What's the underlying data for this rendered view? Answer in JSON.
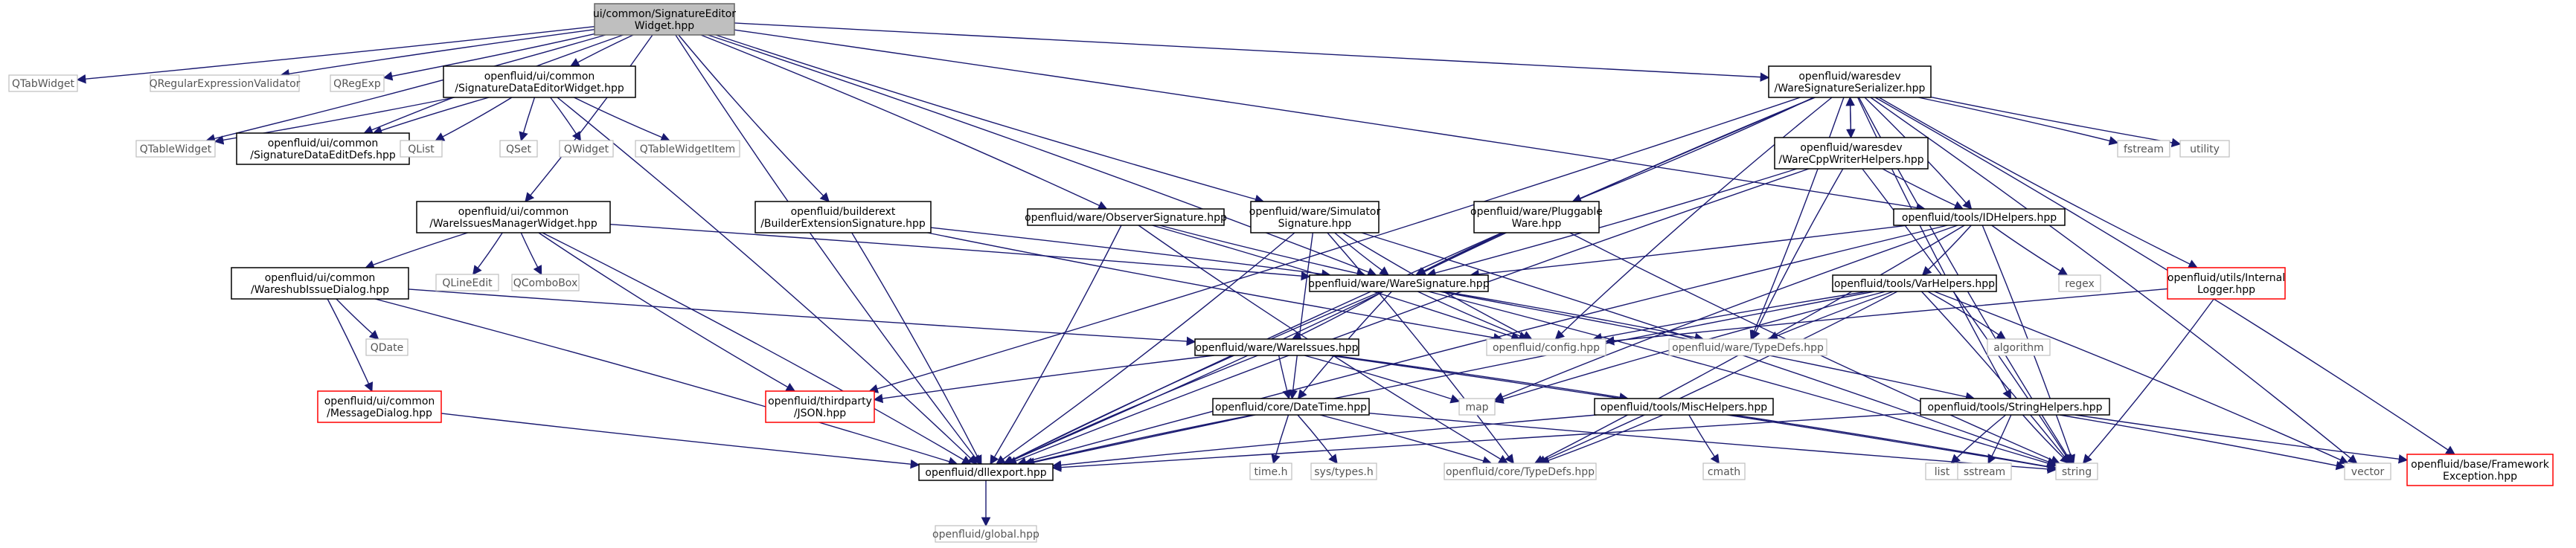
{
  "nodes": [
    {
      "id": "root",
      "lines": [
        "ui/common/SignatureEditor",
        "Widget.hpp"
      ],
      "style": "root"
    },
    {
      "id": "qtabwidget",
      "lines": [
        "QTabWidget"
      ],
      "style": "ext"
    },
    {
      "id": "qregexpvalidator",
      "lines": [
        "QRegularExpressionValidator"
      ],
      "style": "ext"
    },
    {
      "id": "qregexp",
      "lines": [
        "QRegExp"
      ],
      "style": "ext"
    },
    {
      "id": "sigdataeditor",
      "lines": [
        "openfluid/ui/common",
        "/SignatureDataEditorWidget.hpp"
      ],
      "style": "normal"
    },
    {
      "id": "qtablewidget",
      "lines": [
        "QTableWidget"
      ],
      "style": "ext"
    },
    {
      "id": "sigdataeditdefs",
      "lines": [
        "openfluid/ui/common",
        "/SignatureDataEditDefs.hpp"
      ],
      "style": "normal"
    },
    {
      "id": "qlist",
      "lines": [
        "QList"
      ],
      "style": "ext"
    },
    {
      "id": "qset",
      "lines": [
        "QSet"
      ],
      "style": "ext"
    },
    {
      "id": "qwidget",
      "lines": [
        "QWidget"
      ],
      "style": "ext"
    },
    {
      "id": "qtablewidgetitem",
      "lines": [
        "QTableWidgetItem"
      ],
      "style": "ext"
    },
    {
      "id": "wareissuesmgr",
      "lines": [
        "openfluid/ui/common",
        "/WareIssuesManagerWidget.hpp"
      ],
      "style": "normal"
    },
    {
      "id": "wareshubdialog",
      "lines": [
        "openfluid/ui/common",
        "/WareshubIssueDialog.hpp"
      ],
      "style": "normal"
    },
    {
      "id": "qlineedit",
      "lines": [
        "QLineEdit"
      ],
      "style": "ext"
    },
    {
      "id": "qcombobox",
      "lines": [
        "QComboBox"
      ],
      "style": "ext"
    },
    {
      "id": "qdate",
      "lines": [
        "QDate"
      ],
      "style": "ext"
    },
    {
      "id": "messagedialog",
      "lines": [
        "openfluid/ui/common",
        "/MessageDialog.hpp"
      ],
      "style": "red"
    },
    {
      "id": "builderext",
      "lines": [
        "openfluid/builderext",
        "/BuilderExtensionSignature.hpp"
      ],
      "style": "normal"
    },
    {
      "id": "observersig",
      "lines": [
        "openfluid/ware/ObserverSignature.hpp"
      ],
      "style": "normal"
    },
    {
      "id": "simulatorsig",
      "lines": [
        "openfluid/ware/Simulator",
        "Signature.hpp"
      ],
      "style": "normal"
    },
    {
      "id": "pluggableware",
      "lines": [
        "openfluid/ware/Pluggable",
        "Ware.hpp"
      ],
      "style": "normal"
    },
    {
      "id": "waresig",
      "lines": [
        "openfluid/ware/WareSignature.hpp"
      ],
      "style": "normal"
    },
    {
      "id": "jsonhpp",
      "lines": [
        "openfluid/thirdparty",
        "/JSON.hpp"
      ],
      "style": "red"
    },
    {
      "id": "wareissues",
      "lines": [
        "openfluid/ware/WareIssues.hpp"
      ],
      "style": "normal"
    },
    {
      "id": "datetime",
      "lines": [
        "openfluid/core/DateTime.hpp"
      ],
      "style": "normal"
    },
    {
      "id": "dllexport",
      "lines": [
        "openfluid/dllexport.hpp"
      ],
      "style": "normal"
    },
    {
      "id": "global",
      "lines": [
        "openfluid/global.hpp"
      ],
      "style": "ext"
    },
    {
      "id": "timeh",
      "lines": [
        "time.h"
      ],
      "style": "ext"
    },
    {
      "id": "systypes",
      "lines": [
        "sys/types.h"
      ],
      "style": "ext"
    },
    {
      "id": "coretypedefs",
      "lines": [
        "openfluid/core/TypeDefs.hpp"
      ],
      "style": "ext"
    },
    {
      "id": "confighpp",
      "lines": [
        "openfluid/config.hpp"
      ],
      "style": "ext"
    },
    {
      "id": "waretypedefs",
      "lines": [
        "openfluid/ware/TypeDefs.hpp"
      ],
      "style": "ext"
    },
    {
      "id": "map",
      "lines": [
        "map"
      ],
      "style": "ext"
    },
    {
      "id": "mischelpers",
      "lines": [
        "openfluid/tools/MiscHelpers.hpp"
      ],
      "style": "normal"
    },
    {
      "id": "cmath",
      "lines": [
        "cmath"
      ],
      "style": "ext"
    },
    {
      "id": "stringhelpers",
      "lines": [
        "openfluid/tools/StringHelpers.hpp"
      ],
      "style": "normal"
    },
    {
      "id": "list",
      "lines": [
        "list"
      ],
      "style": "ext"
    },
    {
      "id": "sstream",
      "lines": [
        "sstream"
      ],
      "style": "ext"
    },
    {
      "id": "string",
      "lines": [
        "string"
      ],
      "style": "ext"
    },
    {
      "id": "vector",
      "lines": [
        "vector"
      ],
      "style": "ext"
    },
    {
      "id": "frameworkexc",
      "lines": [
        "openfluid/base/Framework",
        "Exception.hpp"
      ],
      "style": "red"
    },
    {
      "id": "waresigserializer",
      "lines": [
        "openfluid/waresdev",
        "/WareSignatureSerializer.hpp"
      ],
      "style": "normal"
    },
    {
      "id": "warecppwriter",
      "lines": [
        "openfluid/waresdev",
        "/WareCppWriterHelpers.hpp"
      ],
      "style": "normal"
    },
    {
      "id": "idhelpers",
      "lines": [
        "openfluid/tools/IDHelpers.hpp"
      ],
      "style": "normal"
    },
    {
      "id": "varhelpers",
      "lines": [
        "openfluid/tools/VarHelpers.hpp"
      ],
      "style": "normal"
    },
    {
      "id": "regex",
      "lines": [
        "regex"
      ],
      "style": "ext"
    },
    {
      "id": "algorithm",
      "lines": [
        "algorithm"
      ],
      "style": "ext"
    },
    {
      "id": "internallogger",
      "lines": [
        "openfluid/utils/Internal",
        "Logger.hpp"
      ],
      "style": "red"
    },
    {
      "id": "fstream",
      "lines": [
        "fstream"
      ],
      "style": "ext"
    },
    {
      "id": "utility",
      "lines": [
        "utility"
      ],
      "style": "ext"
    }
  ],
  "edges": [
    [
      "root",
      "qtabwidget"
    ],
    [
      "root",
      "qregexpvalidator"
    ],
    [
      "root",
      "qregexp"
    ],
    [
      "root",
      "sigdataeditor"
    ],
    [
      "root",
      "qtablewidget"
    ],
    [
      "root",
      "sigdataeditdefs"
    ],
    [
      "root",
      "wareissuesmgr"
    ],
    [
      "root",
      "builderext"
    ],
    [
      "root",
      "observersig"
    ],
    [
      "root",
      "simulatorsig"
    ],
    [
      "root",
      "waresig"
    ],
    [
      "root",
      "waresigserializer"
    ],
    [
      "root",
      "idhelpers"
    ],
    [
      "root",
      "dllexport"
    ],
    [
      "sigdataeditor",
      "qtablewidget"
    ],
    [
      "sigdataeditor",
      "sigdataeditdefs"
    ],
    [
      "sigdataeditor",
      "qlist"
    ],
    [
      "sigdataeditor",
      "qset"
    ],
    [
      "sigdataeditor",
      "qwidget"
    ],
    [
      "sigdataeditor",
      "qtablewidgetitem"
    ],
    [
      "sigdataeditor",
      "dllexport"
    ],
    [
      "wareissuesmgr",
      "wareshubdialog"
    ],
    [
      "wareissuesmgr",
      "qlineedit"
    ],
    [
      "wareissuesmgr",
      "qcombobox"
    ],
    [
      "wareissuesmgr",
      "waresig"
    ],
    [
      "wareissuesmgr",
      "jsonhpp"
    ],
    [
      "wareissuesmgr",
      "dllexport"
    ],
    [
      "wareshubdialog",
      "qdate"
    ],
    [
      "wareshubdialog",
      "messagedialog"
    ],
    [
      "wareshubdialog",
      "wareissues"
    ],
    [
      "wareshubdialog",
      "dllexport"
    ],
    [
      "messagedialog",
      "dllexport"
    ],
    [
      "builderext",
      "waresig"
    ],
    [
      "builderext",
      "confighpp"
    ],
    [
      "builderext",
      "dllexport"
    ],
    [
      "observersig",
      "waresig"
    ],
    [
      "observersig",
      "dllexport"
    ],
    [
      "observersig",
      "coretypedefs"
    ],
    [
      "observersig",
      "confighpp"
    ],
    [
      "simulatorsig",
      "waresig"
    ],
    [
      "simulatorsig",
      "dllexport"
    ],
    [
      "simulatorsig",
      "datetime"
    ],
    [
      "simulatorsig",
      "coretypedefs"
    ],
    [
      "simulatorsig",
      "confighpp"
    ],
    [
      "simulatorsig",
      "string"
    ],
    [
      "pluggableware",
      "waresig"
    ],
    [
      "pluggableware",
      "dllexport"
    ],
    [
      "pluggableware",
      "string"
    ],
    [
      "waresig",
      "wareissues"
    ],
    [
      "waresig",
      "confighpp"
    ],
    [
      "waresig",
      "waretypedefs"
    ],
    [
      "waresig",
      "datetime"
    ],
    [
      "waresig",
      "stringhelpers"
    ],
    [
      "waresig",
      "dllexport"
    ],
    [
      "waresig",
      "string"
    ],
    [
      "wareissues",
      "jsonhpp"
    ],
    [
      "wareissues",
      "map"
    ],
    [
      "wareissues",
      "datetime"
    ],
    [
      "wareissues",
      "mischelpers"
    ],
    [
      "wareissues",
      "dllexport"
    ],
    [
      "wareissues",
      "string"
    ],
    [
      "datetime",
      "timeh"
    ],
    [
      "datetime",
      "systypes"
    ],
    [
      "datetime",
      "dllexport"
    ],
    [
      "datetime",
      "coretypedefs"
    ],
    [
      "datetime",
      "string"
    ],
    [
      "dllexport",
      "global"
    ],
    [
      "mischelpers",
      "cmath"
    ],
    [
      "mischelpers",
      "coretypedefs"
    ],
    [
      "mischelpers",
      "dllexport"
    ],
    [
      "mischelpers",
      "string"
    ],
    [
      "stringhelpers",
      "list"
    ],
    [
      "stringhelpers",
      "sstream"
    ],
    [
      "stringhelpers",
      "string"
    ],
    [
      "stringhelpers",
      "vector"
    ],
    [
      "stringhelpers",
      "frameworkexc"
    ],
    [
      "stringhelpers",
      "dllexport"
    ],
    [
      "waresigserializer",
      "warecppwriter"
    ],
    [
      "waresigserializer",
      "pluggableware"
    ],
    [
      "waresigserializer",
      "waresig"
    ],
    [
      "waresigserializer",
      "idhelpers"
    ],
    [
      "waresigserializer",
      "internallogger"
    ],
    [
      "waresigserializer",
      "fstream"
    ],
    [
      "waresigserializer",
      "utility"
    ],
    [
      "waresigserializer",
      "vector"
    ],
    [
      "waresigserializer",
      "string"
    ],
    [
      "waresigserializer",
      "frameworkexc"
    ],
    [
      "waresigserializer",
      "stringhelpers"
    ],
    [
      "waresigserializer",
      "jsonhpp"
    ],
    [
      "waresigserializer",
      "confighpp"
    ],
    [
      "waresigserializer",
      "waretypedefs"
    ],
    [
      "waresigserializer",
      "dllexport"
    ],
    [
      "warecppwriter",
      "waresigserializer"
    ],
    [
      "warecppwriter",
      "idhelpers"
    ],
    [
      "warecppwriter",
      "waresig"
    ],
    [
      "warecppwriter",
      "waretypedefs"
    ],
    [
      "warecppwriter",
      "string"
    ],
    [
      "warecppwriter",
      "dllexport"
    ],
    [
      "idhelpers",
      "varhelpers"
    ],
    [
      "idhelpers",
      "regex"
    ],
    [
      "idhelpers",
      "waresig"
    ],
    [
      "idhelpers",
      "map"
    ],
    [
      "idhelpers",
      "string"
    ],
    [
      "idhelpers",
      "dllexport"
    ],
    [
      "idhelpers",
      "coretypedefs"
    ],
    [
      "varhelpers",
      "confighpp"
    ],
    [
      "varhelpers",
      "algorithm"
    ],
    [
      "varhelpers",
      "map"
    ],
    [
      "varhelpers",
      "vector"
    ],
    [
      "varhelpers",
      "waretypedefs"
    ],
    [
      "varhelpers",
      "coretypedefs"
    ],
    [
      "varhelpers",
      "dllexport"
    ],
    [
      "varhelpers",
      "string"
    ],
    [
      "internallogger",
      "confighpp"
    ],
    [
      "internallogger",
      "string"
    ]
  ]
}
